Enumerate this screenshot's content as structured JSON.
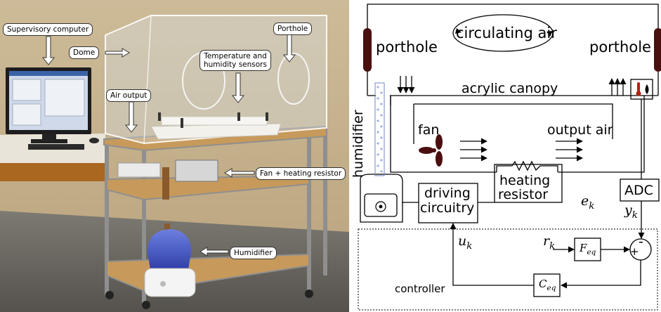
{
  "photo": {
    "callouts": {
      "supervisory_computer": "Supervisory computer",
      "dome": "Dome",
      "porthole": "Porthole",
      "temp_humidity_line1": "Temperature and",
      "temp_humidity_line2": "humidity sensors",
      "air_output": "Air output",
      "fan_heating": "Fan + heating resistor",
      "humidifier": "Humidifier"
    }
  },
  "schematic": {
    "circulating_air": "circulating air",
    "porthole_left": "porthole",
    "porthole_right": "porthole",
    "acrylic_canopy": "acrylic canopy",
    "humidifier": "humidifier",
    "fan": "fan",
    "output_air": "output air",
    "heating_line1": "heating",
    "heating_line2": "resistor",
    "driving_line1": "driving",
    "driving_line2": "circuitry",
    "adc": "ADC",
    "controller": "controller",
    "e_sym": "e",
    "e_sub": "k",
    "y_sym": "y",
    "y_sub": "k",
    "u_sym": "u",
    "u_sub": "k",
    "r_sym": "r",
    "r_sub": "k",
    "feq_sym": "F",
    "feq_sub": "eq",
    "ceq_sym": "C",
    "ceq_sub": "eq",
    "plus": "+",
    "minus": "-"
  }
}
